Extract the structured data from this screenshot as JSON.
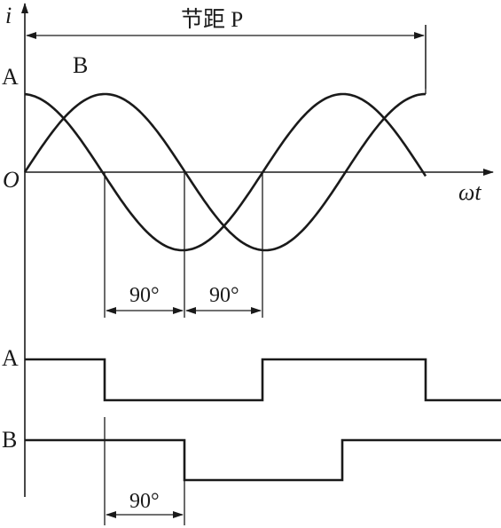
{
  "labels": {
    "current_axis": "i",
    "origin": "O",
    "time_axis": "ωt",
    "pitch": "节距 P",
    "curve_a": "A",
    "curve_b": "B",
    "phase_top_left": "90°",
    "phase_top_right": "90°",
    "wave_a": "A",
    "wave_b": "B",
    "phase_bottom": "90°"
  },
  "colors": {
    "ink": "#1a1a1a",
    "background": "#ffffff"
  }
}
